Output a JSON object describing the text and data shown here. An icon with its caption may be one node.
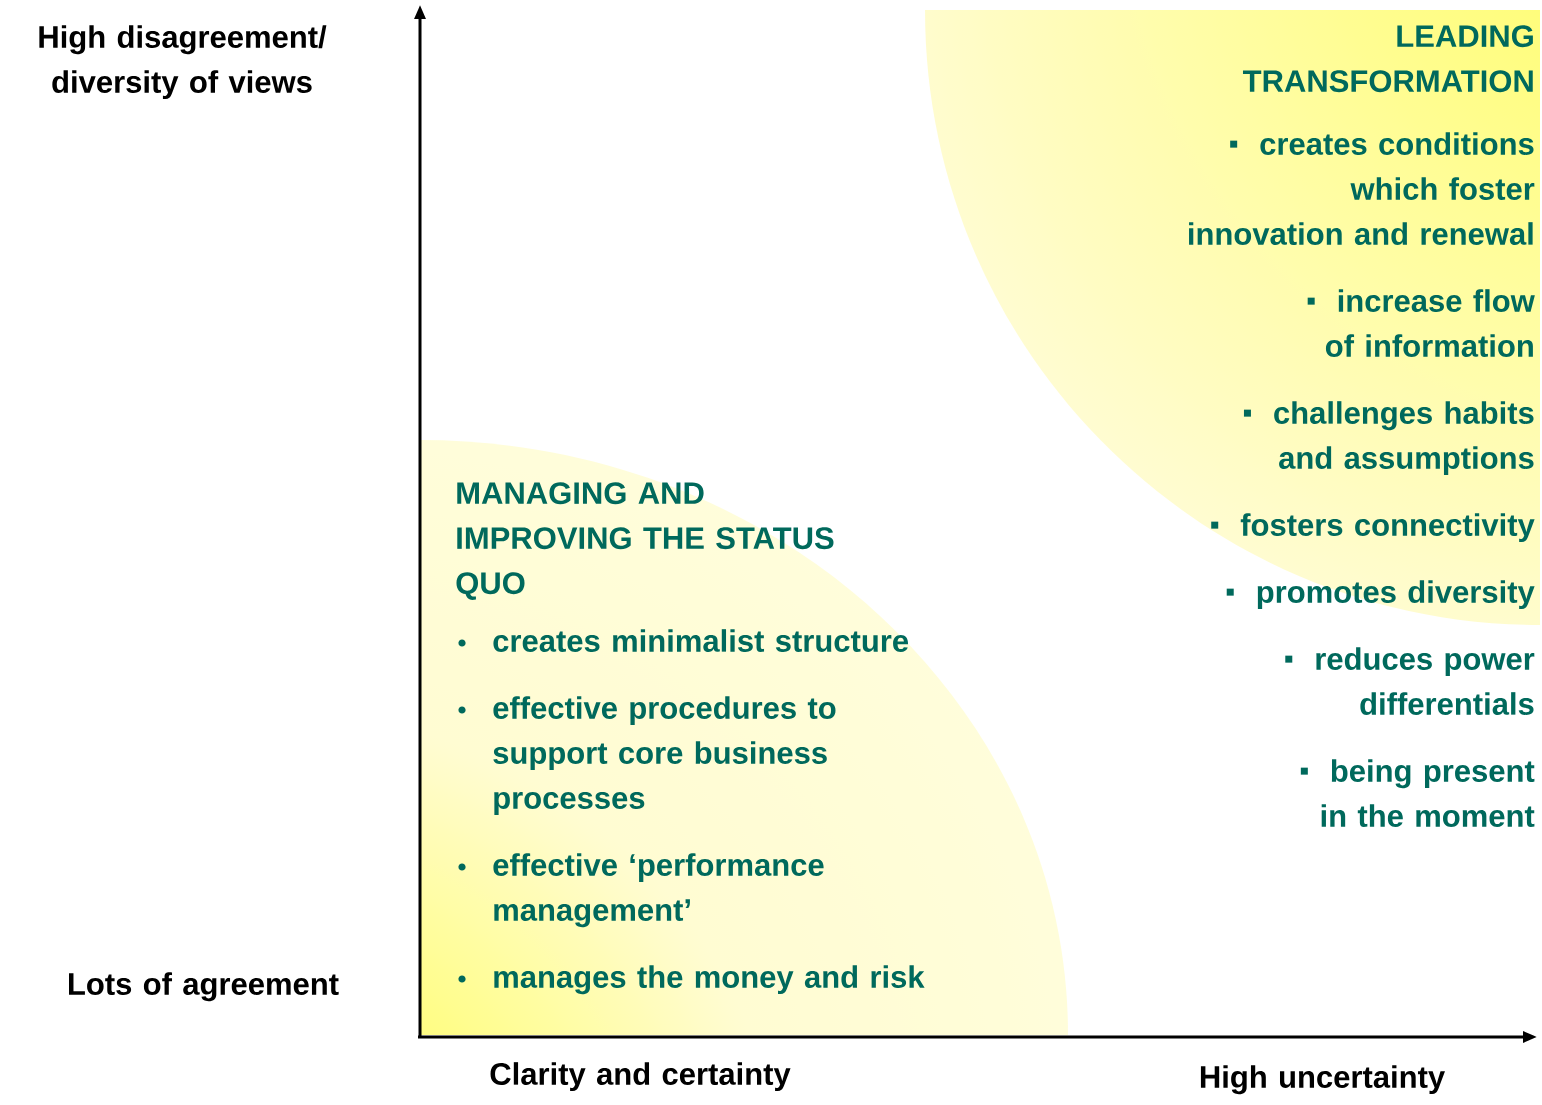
{
  "diagram": {
    "nodes": [
      {
        "text": [
          "LEADING TRANSFORMATION",
          "creates conditions which foster innovation and renewal",
          "increase flow of information",
          "challenges habits and assumptions",
          "fosters connectivity",
          "promotes diversity",
          "reduces power differentials",
          "being present in the moment"
        ]
      },
      {
        "text": [
          "MANAGING AND IMPROVING THE STATUS QUO",
          "creates minimalist structure",
          "effective procedures to support core business processes",
          "effective ‘performance management’",
          "manages the money and risk"
        ]
      }
    ],
    "labels": [
      "High disagreement/ diversity of views",
      "Lots of agreement",
      "Clarity and certainty",
      "High uncertainty"
    ]
  }
}
